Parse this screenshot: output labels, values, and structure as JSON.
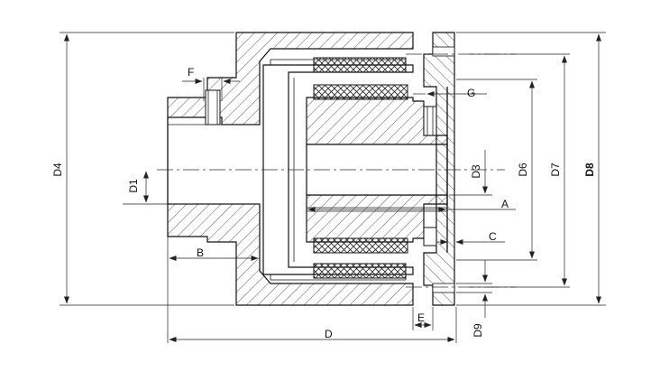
{
  "labels": {
    "F": "F",
    "G": "G",
    "A": "A",
    "C": "C",
    "B": "B",
    "D": "D",
    "E": "E",
    "D1": "D1",
    "D3": "D3",
    "D4": "D4",
    "D6": "D6",
    "D7": "D7",
    "D8": "D8",
    "D9": "D9"
  }
}
